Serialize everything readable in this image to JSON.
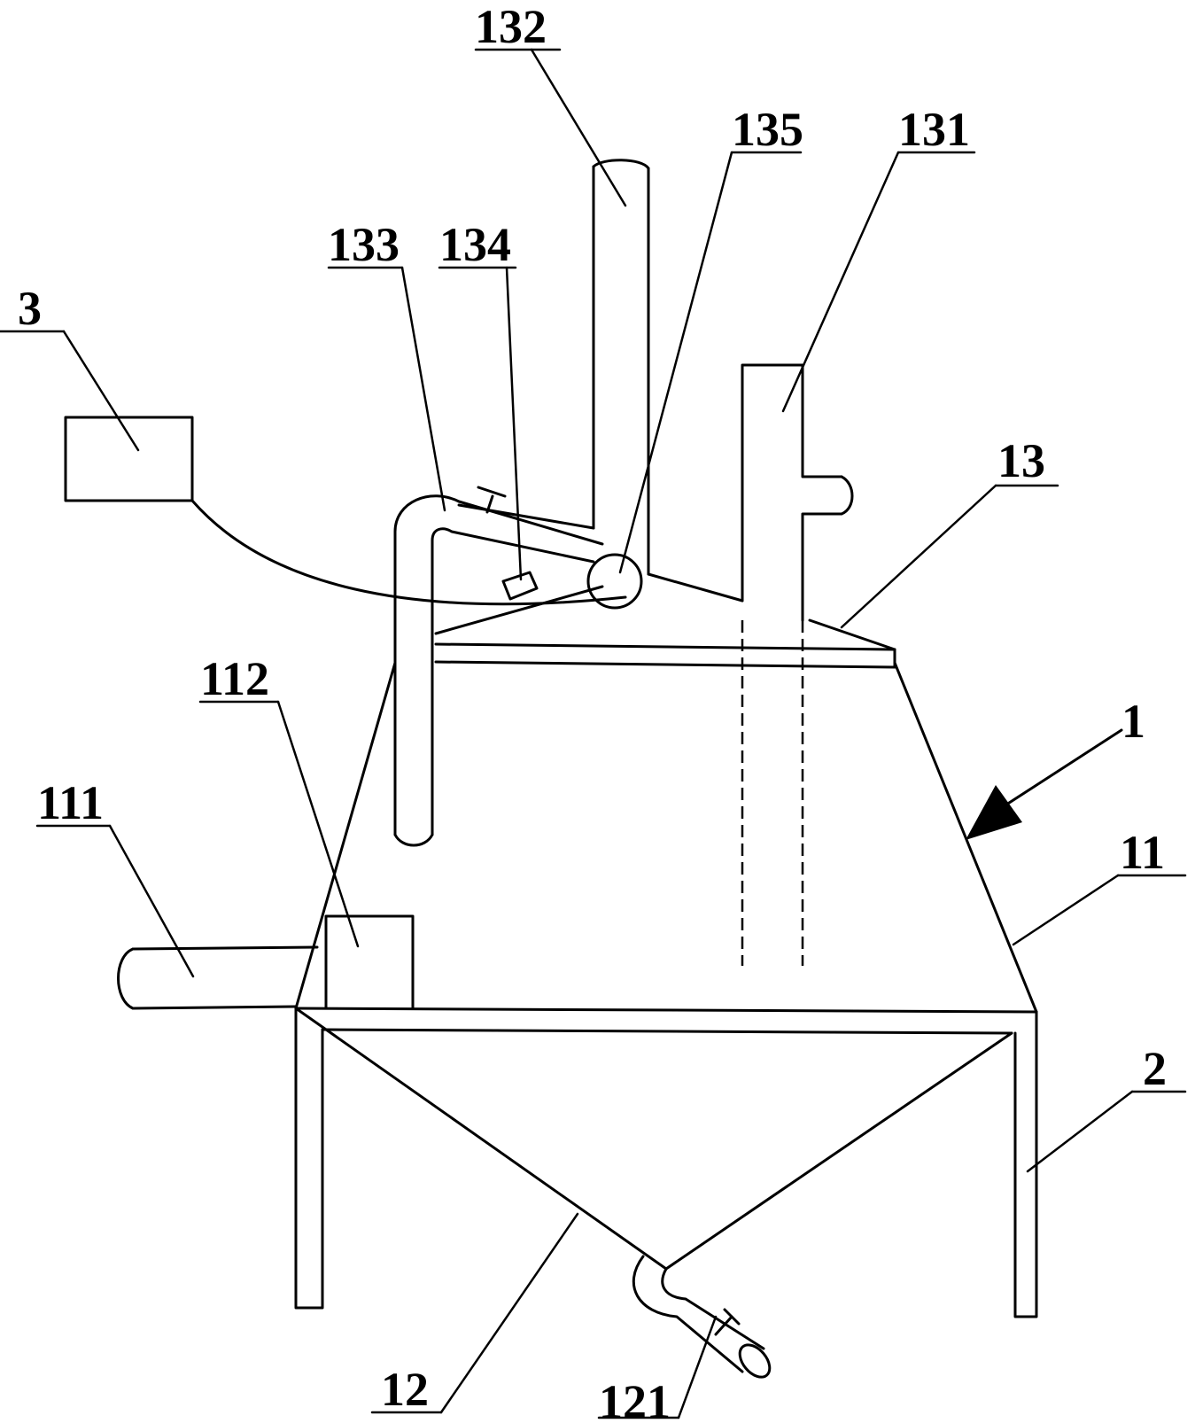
{
  "labels": {
    "l132": "132",
    "l135": "135",
    "l131": "131",
    "l133": "133",
    "l134": "134",
    "l3": "3",
    "l13": "13",
    "l112": "112",
    "l1": "1",
    "l111": "111",
    "l11": "11",
    "l2": "2",
    "l12": "12",
    "l121": "121"
  }
}
